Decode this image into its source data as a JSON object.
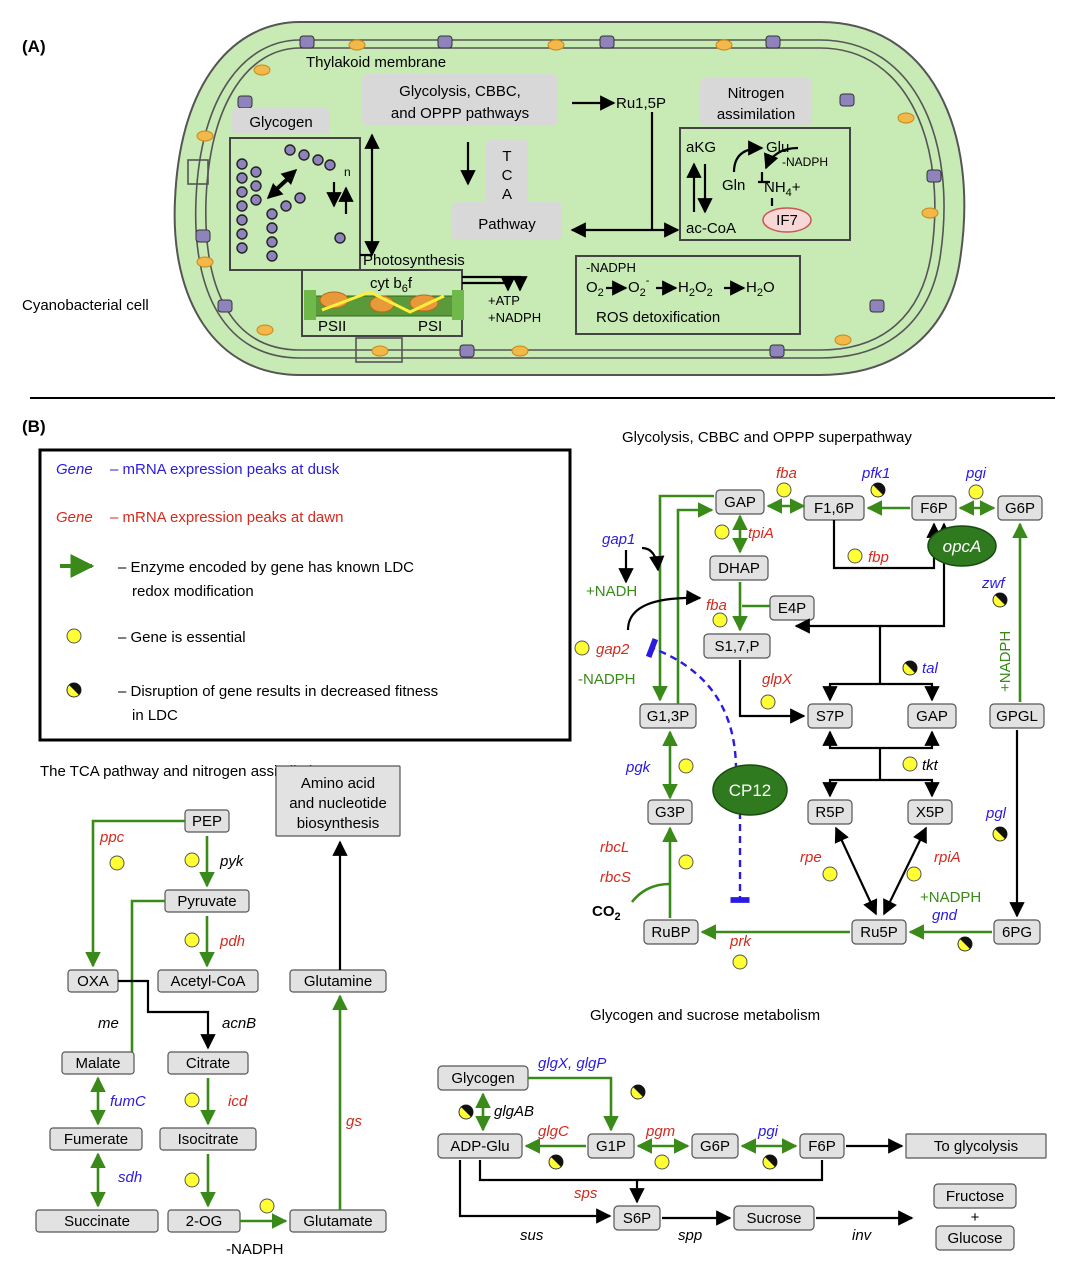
{
  "panel_a": {
    "label": "(A)",
    "thylakoid": "Thylakoid membrane",
    "glycolysis_l1": "Glycolysis, CBBC,",
    "glycolysis_l2": "and OPPP pathways",
    "ru15p": "Ru1,5P",
    "nitrogen_l1": "Nitrogen",
    "nitrogen_l2": "assimilation",
    "glycogen": "Glycogen",
    "tca_t": "T",
    "tca_c": "C",
    "tca_a": "A",
    "pathway": "Pathway",
    "akg": "aKG",
    "glu": "Glu",
    "nadph_minus": "-NADPH",
    "gln": "Gln",
    "nh4": "NH",
    "nh4_sub": "4",
    "nh4_plus": "+",
    "accoa": "ac-CoA",
    "if7": "IF7",
    "photosynthesis": "Photosynthesis",
    "cytb6f": "cyt b",
    "cytb6f_sub": "6",
    "cytb6f_f": "f",
    "psii": "PSII",
    "psi": "PSI",
    "atp": "+ATP",
    "nadph_plus": "+NADPH",
    "ros_nadph": "-NADPH",
    "ros_o2": "O",
    "ros_o2_sub": "2",
    "ros_o": "O",
    "ros_o_sub": "2",
    "ros_o_sup": "-",
    "ros_h2o2": "H",
    "ros_h2o2_sub1": "2",
    "ros_h2o2_o": "O",
    "ros_h2o2_sub2": "2",
    "ros_h2o": "H",
    "ros_h2o_sub": "2",
    "ros_h2o_o": "O",
    "ros_label": "ROS  detoxification",
    "n_sub": "n",
    "cell_label": "Cyanobacterial cell"
  },
  "panel_b": {
    "label": "(B)",
    "legend": {
      "gene_blue": "Gene",
      "dusk": "–  mRNA expression peaks at dusk",
      "gene_red": "Gene",
      "dawn": "–  mRNA expression peaks at dawn",
      "ldc_l1": "–  Enzyme encoded by gene has known LDC",
      "ldc_l2": "redox modification",
      "essential": "–  Gene is essential",
      "fitness_l1": "–  Disruption of gene results in decreased fitness",
      "fitness_l2": "in LDC"
    },
    "tca_title": "The TCA pathway and nitrogen assimilation",
    "tca": {
      "pep": "PEP",
      "pyruvate": "Pyruvate",
      "acetylcoa": "Acetyl-CoA",
      "citrate": "Citrate",
      "isocitrate": "Isocitrate",
      "og2": "2-OG",
      "oxa": "OXA",
      "malate": "Malate",
      "fumerate": "Fumerate",
      "succinate": "Succinate",
      "glutamate": "Glutamate",
      "glutamine": "Glutamine",
      "amino_l1": "Amino acid",
      "amino_l2": "and nucleotide",
      "amino_l3": "biosynthesis",
      "ppc": "ppc",
      "pyk": "pyk",
      "pdh": "pdh",
      "me": "me",
      "acnb": "acnB",
      "fumc": "fumC",
      "icd": "icd",
      "sdh": "sdh",
      "gs": "gs",
      "nadph": "-NADPH"
    },
    "glyco_title": "Glycolysis, CBBC and OPPP superpathway",
    "glyco": {
      "gap": "GAP",
      "f16p": "F1,6P",
      "f6p": "F6P",
      "g6p": "G6P",
      "dhap": "DHAP",
      "e4p": "E4P",
      "s17p": "S1,7,P",
      "s7p": "S7P",
      "gap2_node": "GAP",
      "gpgl": "GPGL",
      "g13p": "G1,3P",
      "g3p": "G3P",
      "r5p": "R5P",
      "x5p": "X5P",
      "rubp": "RuBP",
      "ru5p": "Ru5P",
      "pg6": "6PG",
      "cp12": "CP12",
      "opca": "opcA",
      "fba": "fba",
      "pfk1": "pfk1",
      "pgi": "pgi",
      "tpia": "tpiA",
      "fbp": "fbp",
      "gap1": "gap1",
      "nadh": "+NADH",
      "fba2": "fba",
      "zwf": "zwf",
      "gap2": "gap2",
      "nadph_minus": "-NADPH",
      "glpx": "glpX",
      "tal": "tal",
      "nadph_plus": "+NADPH",
      "pgk": "pgk",
      "tkt": "tkt",
      "pgl": "pgl",
      "rbcl": "rbcL",
      "rbcs": "rbcS",
      "rpe": "rpe",
      "rpia": "rpiA",
      "nadph_plus2": "+NADPH",
      "gnd": "gnd",
      "co2": "CO",
      "co2_sub": "2",
      "prk": "prk"
    },
    "sucrose_title": "Glycogen and sucrose metabolism",
    "sucrose": {
      "glycogen": "Glycogen",
      "adpglu": "ADP-Glu",
      "g1p": "G1P",
      "g6p": "G6P",
      "f6p": "F6P",
      "to_glycolysis": "To glycolysis",
      "s6p": "S6P",
      "sucrose": "Sucrose",
      "fructose": "Fructose",
      "plus": "+",
      "glucose": "Glucose",
      "glgxp": "glgX, glgP",
      "glgab": "glgAB",
      "glgc": "glgC",
      "pgm": "pgm",
      "pgi": "pgi",
      "sps": "sps",
      "sus": "sus",
      "spp": "spp",
      "inv": "inv"
    }
  },
  "colors": {
    "dusk": "#2b1be0",
    "dawn": "#d42a1e",
    "ldc_green": "#3a8a1a",
    "cell_fill": "#c8eab5",
    "essential_yellow": "#ffff33"
  }
}
